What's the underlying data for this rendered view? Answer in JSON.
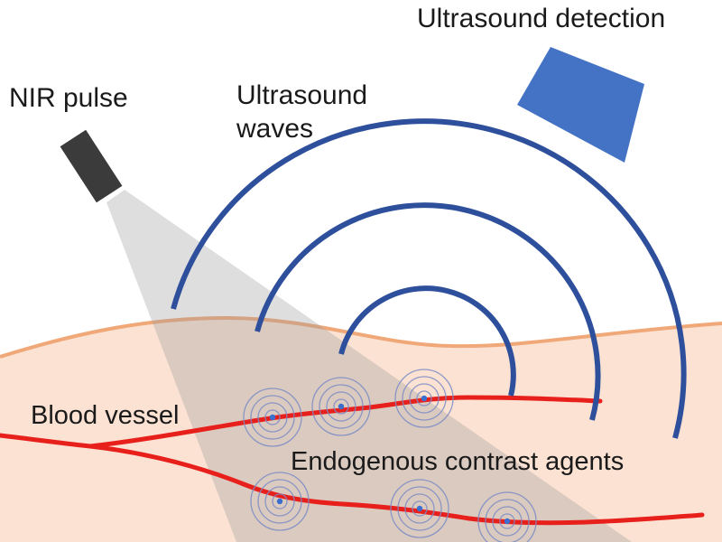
{
  "labels": {
    "ultrasound_detection": "Ultrasound detection",
    "nir_pulse": "NIR pulse",
    "ultrasound_waves": "Ultrasound waves",
    "blood_vessel": "Blood vessel",
    "endogenous_contrast_agents": "Endogenous contrast agents"
  },
  "icons": {
    "light_source": "nir-laser-source-icon",
    "detector": "ultrasound-transducer-icon"
  },
  "colors": {
    "tissue_fill": "#fbe2d3",
    "skin_line": "#f0a878",
    "wave_arcs": "#2e4f9b",
    "detector": "#4472c4",
    "blood_vessel": "#e8201c",
    "light_beam": "#bdbdbd",
    "source": "#3b3b3b",
    "absorber_rings": "#7a8cc4",
    "absorber_dot": "#3a6fd0"
  }
}
